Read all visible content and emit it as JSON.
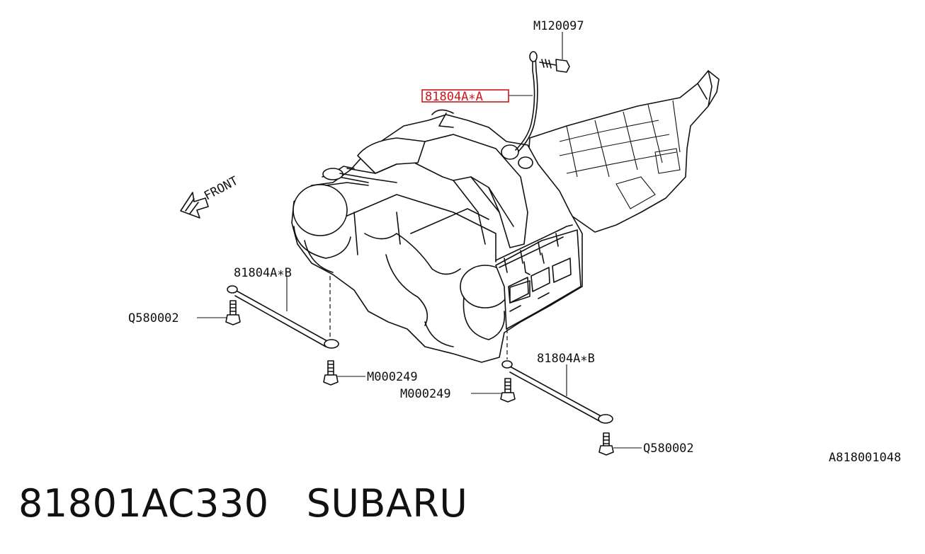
{
  "callouts": {
    "m120097": "M120097",
    "highlighted_part": "81804A∗A",
    "strap_b_left": "81804A∗B",
    "q580002_left": "Q580002",
    "m000249_a": "M000249",
    "m000249_b": "M000249",
    "strap_b_right": "81804A∗B",
    "q580002_right": "Q580002"
  },
  "front_label": "FRONT",
  "figure_code": "A818001048",
  "footer": {
    "part_number": "81801AC330",
    "brand": "SUBARU"
  },
  "colors": {
    "highlight": "#d0141c",
    "ink": "#111111",
    "background": "#ffffff"
  }
}
